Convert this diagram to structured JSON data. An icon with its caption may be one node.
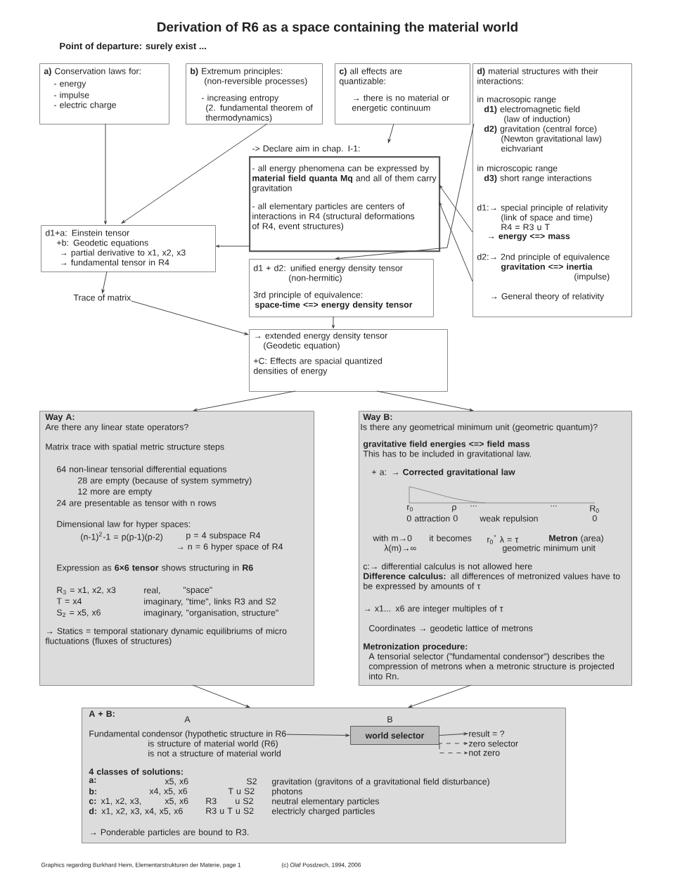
{
  "diagram": {
    "title": "Derivation of R6 as a space containing the material world",
    "nodes": [
      {
        "text": [
          "**a)** Conservation laws for:",
          "- energy",
          "- impulse",
          "- electric charge"
        ]
      },
      {
        "text": [
          "**b)** Extremum principles:",
          "(non-reversible processes)",
          "- increasing entropy",
          "(2. fundamental theorem of thermodynamics)"
        ]
      },
      {
        "text": [
          "**c)** all effects are quantizable:",
          "→ there is no material or energetic continuum"
        ]
      },
      {
        "text": [
          "**d)** material structures with their interactions:",
          "in macrosopic range",
          "**d1)** electromagnetic field",
          "(law of induction)",
          "**d2)** gravitation (central force)",
          "(Newton gravitational law)",
          "eichvariant",
          "in microscopic range",
          "**d3)** short range interactions",
          "d1:→ special principle of relativity",
          "(link of space and time)",
          "R4 = R3 u T",
          "→ **energy <=> mass**",
          "d2:→ 2nd principle of equivalence",
          "gravitation <=> inertia",
          "(impulse)",
          "→ General theory of relativity"
        ]
      },
      {
        "text": [
          "-> Declare aim in chap. I-1:",
          "- all energy phenomena can be expressed by **material field quanta Mq** and all of them carry gravitation",
          "- all elementary particles are centers of interactions in R4 (structural deformations of R4, event structures)"
        ]
      },
      {
        "text": [
          "d1+a: Einstein tensor",
          "+b: Geodetic equations",
          "→ partial derivative to x1, x2, x3",
          "→ fundamental tensor in R4"
        ]
      },
      {
        "text": [
          "Trace of matrix"
        ]
      },
      {
        "text": [
          "d1 + d2: unified energy density tensor",
          "(non-hermitic)",
          "3rd principle of equivalence:",
          "space-time <=> energy density tensor"
        ]
      },
      {
        "text": [
          "→ extended energy density tensor",
          "(Geodetic equation)",
          "+C: Effects are spacial quantized densities of energy"
        ]
      },
      {
        "text": [
          "Way A:",
          "Are there any linear state operators?",
          "Matrix trace with spatial metric structure steps",
          "64 non-linear tensorial differential equations",
          "28 are empty (because of system symmetry)",
          "12 more are empty",
          "24 are presentable as tensor with n rows",
          "Dimensional law for hyper spaces:",
          "(n-1)$^{2}$-1 = p(p-1)(p-2)",
          "p = 4 subspace R4",
          "→ n = 6 hyper space of R4",
          "Expression as **6×6 tensor** shows structuring in **R6**",
          "R$_{3}$ = x1, x2, x3",
          "real,",
          "\"space\"",
          "T = x4",
          "imaginary, \"time\", links R3 and S2",
          "S$_{2}$ = x5, x6",
          "imaginary, \"organisation, structure\"",
          "→ Statics = temporal stationary dynamic equilibriums of micro fluctuations (fluxes of structures)"
        ]
      },
      {
        "text": [
          "Way B:",
          "Is there any geometrical minimum unit (geometric quantum)?",
          "gravitative field energies <=> field mass",
          "This has to be included in gravitational law.",
          "+ a: → **Corrected gravitational law**",
          "r$_{0}$",
          "ρ",
          "...",
          "...",
          "R$_{0}$",
          "0 attraction",
          "0",
          "weak repulsion",
          "0",
          "with m→0",
          "λ(m)→∞",
          "it becomes",
          "r$_{0}$$^{*}$ λ = τ",
          "**Metron** (area)",
          "geometric minimum unit",
          "c:→ differential calculus is not allowed here",
          "**Difference calculus:** all differences of metronized values have to be expressed by amounts of τ",
          "→ x1... x6 are integer multiples of τ",
          "Coordinates → geodetic lattice of metrons",
          "Metronization procedure:",
          "A tensorial selector (\"fundamental condensor\") describes the compression of metrons when a metronic structure is projected into Rn."
        ]
      },
      {
        "text": [
          "A + B:",
          "A",
          "B",
          "is structure of material world (R6)",
          "is not a structure of material world",
          "4 classes of solutions:",
          "a:",
          "x5, x6",
          "S2",
          "gravitation (gravitons of a gravitational field disturbance)",
          "b:",
          "x4, x5, x6",
          "T u S2",
          "photons",
          "**c:** x1, x2, x3,",
          "x5, x6",
          "R3",
          "u S2",
          "neutral elementary particles",
          "**d:** x1, x2, x3, x4, x5, x6",
          "R3 u T u S2",
          "electricly charged particles",
          "→ Ponderable particles are bound to R3."
        ]
      },
      {
        "text": [
          "Fundamental condensor (hypothetic structure in R6"
        ],
        "in": 11
      },
      {
        "text": [
          "world selector"
        ],
        "in": 11
      },
      {
        "text": [
          "result = ?"
        ],
        "in": 11
      },
      {
        "text": [
          "zero selector"
        ],
        "in": 11
      },
      {
        "text": [
          "not zero"
        ],
        "in": 11
      }
    ],
    "edges": [
      {
        "from": 0,
        "to": 5,
        "arrow": "to"
      },
      {
        "from": 1,
        "to": 5,
        "arrow": "to"
      },
      {
        "from": 2,
        "to": 4,
        "arrow": "to"
      },
      {
        "from": 3,
        "to": 4,
        "arrow": "to"
      },
      {
        "from": 3,
        "to": 4,
        "arrow": "to"
      },
      {
        "from": 3,
        "to": 7,
        "arrow": "to"
      },
      {
        "from": 4,
        "to": 5,
        "arrow": "to"
      },
      {
        "from": 5,
        "to": 6,
        "arrow": "to"
      },
      {
        "from": 6,
        "to": 8,
        "arrow": "to"
      },
      {
        "from": 7,
        "to": 8,
        "arrow": "to"
      },
      {
        "from": 8,
        "to": 9,
        "arrow": "to"
      },
      {
        "from": 8,
        "to": 10,
        "arrow": "to"
      },
      {
        "from": 9,
        "to": 11,
        "arrow": "to"
      },
      {
        "from": 10,
        "to": 11,
        "arrow": "to"
      },
      {
        "from": 12,
        "to": 13,
        "arrow": "to"
      },
      {
        "from": 13,
        "to": 14,
        "arrow": "to"
      },
      {
        "from": 13,
        "to": 15,
        "arrow": "to",
        "style": "dashed"
      },
      {
        "from": 13,
        "to": 16,
        "arrow": "to",
        "style": "dashed"
      }
    ],
    "labels": [
      "Point of departure: surely exist ...",
      "Graphics regarding Burkhard Heim, Elementarstrukturen der Materie, page 1",
      "(c) Olaf Posdzech, 1994, 2006"
    ]
  }
}
